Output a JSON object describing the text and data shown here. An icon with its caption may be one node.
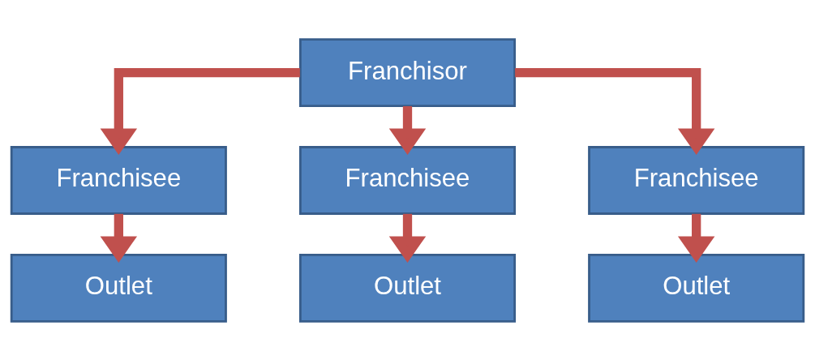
{
  "diagram": {
    "nodes": [
      {
        "text": [
          "Franchisor"
        ]
      },
      {
        "text": [
          "Franchisee"
        ]
      },
      {
        "text": [
          "Franchisee"
        ]
      },
      {
        "text": [
          "Franchisee"
        ]
      },
      {
        "text": [
          "Outlet"
        ]
      },
      {
        "text": [
          "Outlet"
        ]
      },
      {
        "text": [
          "Outlet"
        ]
      }
    ],
    "edges": [
      {
        "from": 0,
        "to": 1,
        "arrow": "to"
      },
      {
        "from": 0,
        "to": 2,
        "arrow": "to"
      },
      {
        "from": 0,
        "to": 3,
        "arrow": "to"
      },
      {
        "from": 1,
        "to": 4,
        "arrow": "to"
      },
      {
        "from": 2,
        "to": 5,
        "arrow": "to"
      },
      {
        "from": 3,
        "to": 6,
        "arrow": "to"
      }
    ]
  }
}
